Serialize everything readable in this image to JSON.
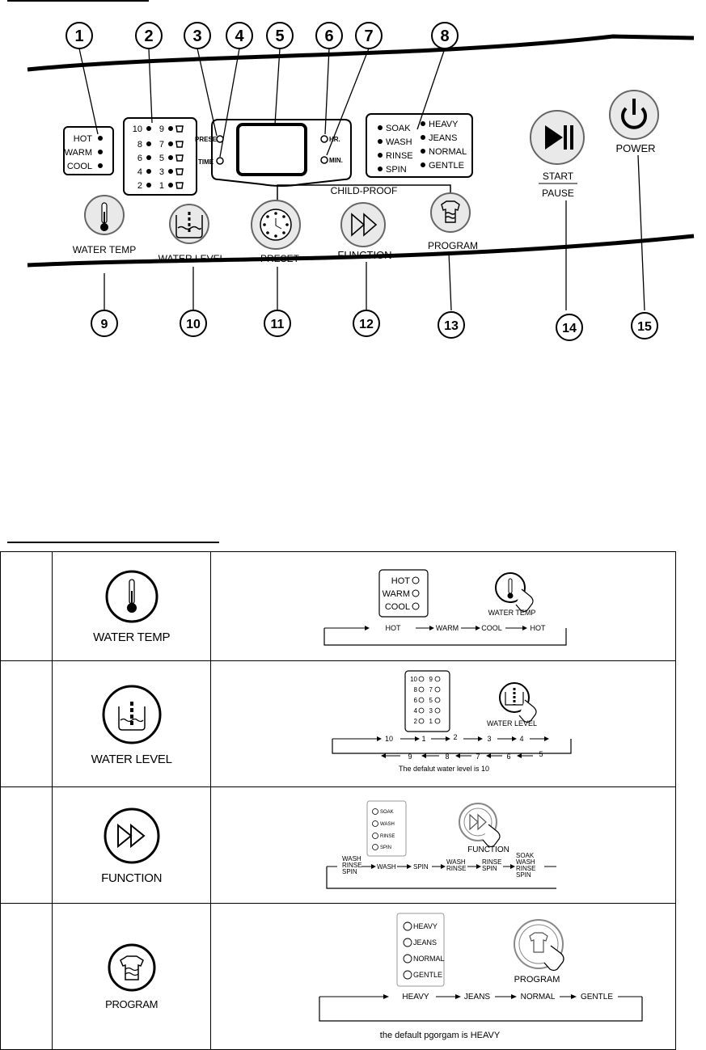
{
  "panel": {
    "callouts": [
      "1",
      "2",
      "3",
      "4",
      "5",
      "6",
      "7",
      "8",
      "9",
      "10",
      "11",
      "12",
      "13",
      "14",
      "15"
    ],
    "temp_indicators": [
      "HOT",
      "WARM",
      "COOL"
    ],
    "level_pairs": [
      [
        "10",
        "9"
      ],
      [
        "8",
        "7"
      ],
      [
        "6",
        "5"
      ],
      [
        "4",
        "3"
      ],
      [
        "2",
        "1"
      ]
    ],
    "preset_label": "PRESET",
    "time_label": "TIME",
    "hr_label": "HR.",
    "min_label": "MIN.",
    "functions": [
      "SOAK",
      "WASH",
      "RINSE",
      "SPIN"
    ],
    "programs": [
      "HEAVY",
      "JEANS",
      "NORMAL",
      "GENTLE"
    ],
    "child_proof": "CHILD-PROOF",
    "buttons": {
      "water_temp": "WATER TEMP",
      "water_level": "WATER LEVEL",
      "preset": "PRESET",
      "function": "FUNCTION",
      "program": "PROGRAM",
      "start": "START",
      "pause": "PAUSE",
      "power": "POWER"
    }
  },
  "rows": [
    {
      "icon": "thermometer-icon",
      "label": "WATER TEMP",
      "indicators": [
        "HOT",
        "WARM",
        "COOL"
      ],
      "hand_button": "WATER TEMP",
      "sequence": [
        "HOT",
        "WARM",
        "COOL",
        "HOT"
      ]
    },
    {
      "icon": "water-level-icon",
      "label": "WATER LEVEL",
      "indicator_pairs": [
        [
          "10",
          "9"
        ],
        [
          "8",
          "7"
        ],
        [
          "6",
          "5"
        ],
        [
          "4",
          "3"
        ],
        [
          "2",
          "1"
        ]
      ],
      "hand_button": "WATER LEVEL",
      "sequence_top": [
        "10",
        "1",
        "2",
        "3",
        "4"
      ],
      "sequence_bottom": [
        "9",
        "8",
        "7",
        "6",
        "5"
      ],
      "note": "The defalut water level is 10"
    },
    {
      "icon": "double-arrow-icon",
      "label": "FUNCTION",
      "indicators": [
        "SOAK",
        "WASH",
        "RINSE",
        "SPIN"
      ],
      "hand_button": "FUNCTION",
      "sequence": [
        [
          "WASH",
          "RINSE",
          "SPIN"
        ],
        [
          "WASH"
        ],
        [
          "SPIN"
        ],
        [
          "WASH",
          "RINSE"
        ],
        [
          "RINSE",
          "SPIN"
        ],
        [
          "SOAK",
          "WASH",
          "RINSE",
          "SPIN"
        ]
      ]
    },
    {
      "icon": "shirt-wash-icon",
      "label": "PROGRAM",
      "indicators": [
        "HEAVY",
        "JEANS",
        "NORMAL",
        "GENTLE"
      ],
      "hand_button": "PROGRAM",
      "sequence": [
        "HEAVY",
        "JEANS",
        "NORMAL",
        "GENTLE"
      ],
      "note": "the default pgorgam is HEAVY"
    }
  ]
}
